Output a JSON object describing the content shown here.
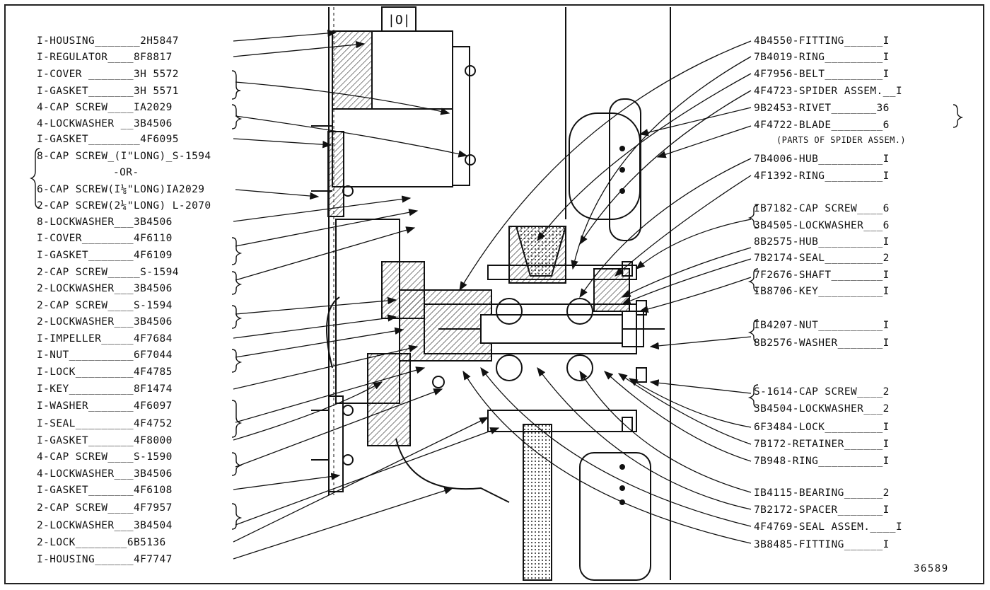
{
  "left_labels": [
    "I-HOUSING_______2H5847",
    "I-REGULATOR____8F8817",
    "I-COVER _______3H 5572",
    "I-GASKET_______3H 5571",
    "4-CAP SCREW____IA2029",
    "4-LOCKWASHER __3B4506",
    "I-GASKET________4F6095",
    "8-CAP SCREW_(I\"LONG)_S-1594",
    "-OR-",
    "6-CAP SCREW(I⅛\"LONG)IA2029",
    "2-CAP SCREW(2¼\"LONG) L-2070",
    "8-LOCKWASHER___3B4506",
    "I-COVER________4F6110",
    "I-GASKET_______4F6109",
    "2-CAP SCREW_____S-1594",
    "2-LOCKWASHER___3B4506",
    "2-CAP SCREW____S-1594",
    "2-LOCKWASHER___3B4506",
    "I-IMPELLER_____4F7684",
    "I-NUT__________6F7044",
    "I-LOCK_________4F4785",
    "I-KEY__________8F1474",
    "I-WASHER_______4F6097",
    "I-SEAL_________4F4752",
    "I-GASKET_______4F8000",
    "4-CAP SCREW____S-1590",
    "4-LOCKWASHER___3B4506",
    "I-GASKET_______4F6108",
    "2-CAP SCREW____4F7957",
    "2-LOCKWASHER___3B4504",
    "2-LOCK________6B5136",
    "I-HOUSING______4F7747"
  ],
  "right_labels": [
    "4B4550-FITTING______I",
    "7B4019-RING_________I",
    "4F7956-BELT_________I",
    "4F4723-SPIDER ASSEM.__I",
    "9B2453-RIVET_______36",
    "4F4722-BLADE________6",
    "(PARTS OF SPIDER ASSEM.)",
    "7B4006-HUB__________I",
    "4F1392-RING_________I",
    "IB7182-CAP SCREW____6",
    "3B4505-LOCKWASHER___6",
    "8B2575-HUB__________I",
    "7B2174-SEAL_________2",
    "7F2676-SHAFT________I",
    "IB8706-KEY__________I",
    "IB4207-NUT__________I",
    "8B2576-WASHER_______I",
    "S-1614-CAP SCREW____2",
    "3B4504-LOCKWASHER___2",
    "6F3484-LOCK_________I",
    "7B172-RETAINER______I",
    "7B948-RING__________I",
    "IB4115-BEARING______2",
    "7B2172-SPACER_______I",
    "4F4769-SEAL ASSEM.____I",
    "3B8485-FITTING______I"
  ],
  "figure_number": "36589"
}
